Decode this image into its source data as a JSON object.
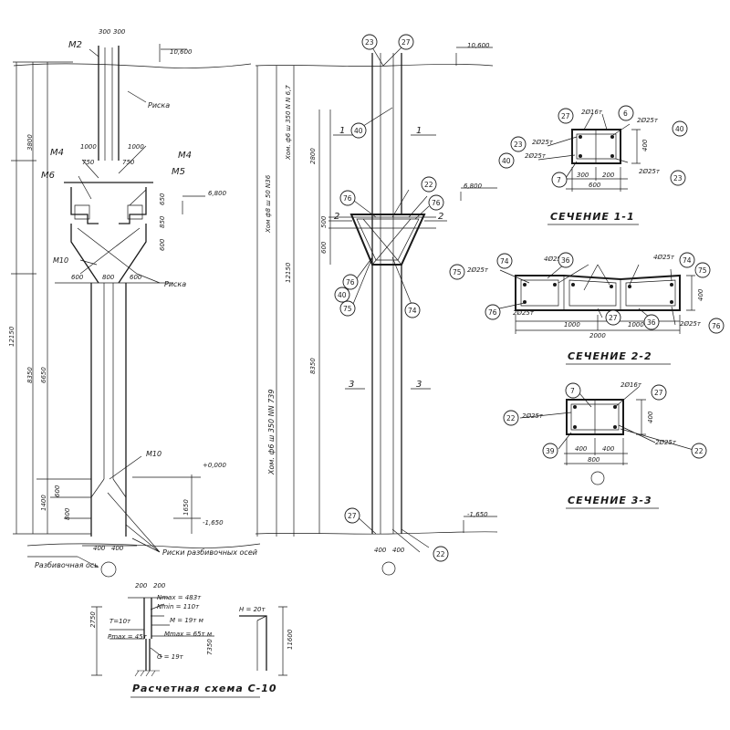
{
  "col1": {
    "marks": {
      "m2": "М2",
      "m4": "М4",
      "m4b": "М4",
      "m6": "М6",
      "m5": "М5",
      "m10a": "М10",
      "m10b": "М10"
    },
    "levels": {
      "top": "10,600",
      "mid": "6,800",
      "lvl2": "+0,000",
      "bottom": "-1,650"
    },
    "dims_top": {
      "a": "300",
      "b": "300"
    },
    "dims_horiz": {
      "d1000a": "1000",
      "d1000b": "1000",
      "d750a": "750",
      "d750b": "750",
      "d600a": "600",
      "d800": "800",
      "d600b": "600",
      "d400a": "400",
      "d400b": "400"
    },
    "dims_vert": {
      "h3800": "3800",
      "h12150": "12150",
      "h8350": "8350",
      "h6650": "6650",
      "h1400": "1400",
      "h600": "600",
      "h800": "800",
      "h1650": "1650",
      "h850": "850",
      "h650": "650",
      "h600b": "600"
    },
    "labels": {
      "risk_top": "Риска",
      "risk_mid": "Риска",
      "risk_bottom": "Риски разбивочных осей",
      "axis": "Разбивочная ось"
    }
  },
  "col2": {
    "callouts": [
      "23",
      "27",
      "40",
      "76",
      "22",
      "76",
      "76",
      "40",
      "75",
      "74",
      "27",
      "22"
    ],
    "levels": {
      "top": "10,600",
      "mid": "6,800",
      "bottom": "-1,650"
    },
    "section_marks": {
      "s1a": "1",
      "s1b": "1",
      "s2a": "2",
      "s2b": "2",
      "s3a": "3",
      "s3b": "3"
    },
    "notes": {
      "n1": "Хом. ф6 ш 350 N N 6,7",
      "n2": "Хом. ф6 ш 350 NN 739",
      "n3": "Хом ф8 ш 50 N36"
    },
    "dims": {
      "d2800": "2800",
      "d12150": "12150",
      "d8350": "8350",
      "d500": "500",
      "d400a": "400",
      "d400b": "400",
      "d600": "600"
    }
  },
  "sec1": {
    "title": "СЕЧЕНИЕ 1-1",
    "labels": {
      "r1": "2Ø16т",
      "r2": "2Ø25т",
      "r3": "2Ø25т",
      "r4": "2Ø25т",
      "r5": "2Ø25т"
    },
    "callouts": [
      "27",
      "6",
      "40",
      "23",
      "40",
      "7",
      "23"
    ],
    "dims": {
      "d300": "300",
      "d200": "200",
      "d600": "600",
      "d400": "400"
    }
  },
  "sec2": {
    "title": "СЕЧЕНИЕ 2-2",
    "labels": {
      "r1": "2Ø25т",
      "r2": "4Ø25т",
      "r3": "4Ø25т",
      "r4": "2Ø25т",
      "r5": "2Ø25т"
    },
    "callouts": [
      "74",
      "36",
      "74",
      "75",
      "75",
      "76",
      "27",
      "36",
      "76"
    ],
    "dims": {
      "d1000a": "1000",
      "d1000b": "1000",
      "d2000": "2000",
      "d400": "400"
    }
  },
  "sec3": {
    "title": "СЕЧЕНИЕ 3-3",
    "labels": {
      "r1": "2Ø16т",
      "r2": "2Ø25т",
      "r3": "2Ø25т"
    },
    "callouts": [
      "7",
      "27",
      "22",
      "39",
      "22"
    ],
    "dims": {
      "d400a": "400",
      "d400b": "400",
      "d800": "800",
      "d400v": "400"
    }
  },
  "calc": {
    "title": "Расчетная схема С-10",
    "labels": {
      "nmax": "Nmax = 483т",
      "nmin": "Nmin = 110т",
      "t": "T=10т",
      "m": "M = 19т м",
      "mmax": "Mmax = 65т м",
      "g": "G = 19т",
      "pmax": "Pmax = 45т",
      "nload": "Н = 20т"
    },
    "dims": {
      "d200a": "200",
      "d200b": "200",
      "d2750": "2750",
      "d7350": "7350",
      "d11600": "11600"
    }
  }
}
